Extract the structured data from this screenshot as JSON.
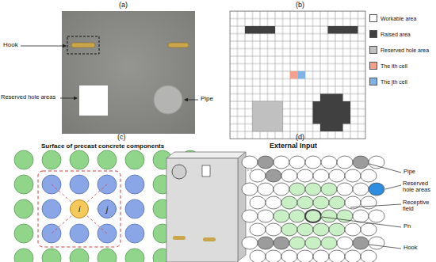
{
  "diagram": {
    "nodes": [
      {
        "text": [
          "i"
        ]
      },
      {
        "text": [
          "j"
        ]
      }
    ],
    "labels": [
      "(a)",
      "Hook",
      "Reserved hole areas",
      "Pipe",
      "(b)",
      "(c)",
      "Surface of precast concrete components",
      "(d)",
      "External Input",
      "Pipe",
      "Reserved hole areas",
      "Receptive field",
      "Pn",
      "Hook"
    ],
    "legend": [
      {
        "text": "Workable area",
        "color": "#ffffff"
      },
      {
        "text": "Raised area",
        "color": "#404040"
      },
      {
        "text": "Reserved hole area",
        "color": "#c0c0c0"
      },
      {
        "text": "The ith cell",
        "color": "#f4a08c"
      },
      {
        "text": "The jth cell",
        "color": "#7fb2e5"
      }
    ]
  }
}
